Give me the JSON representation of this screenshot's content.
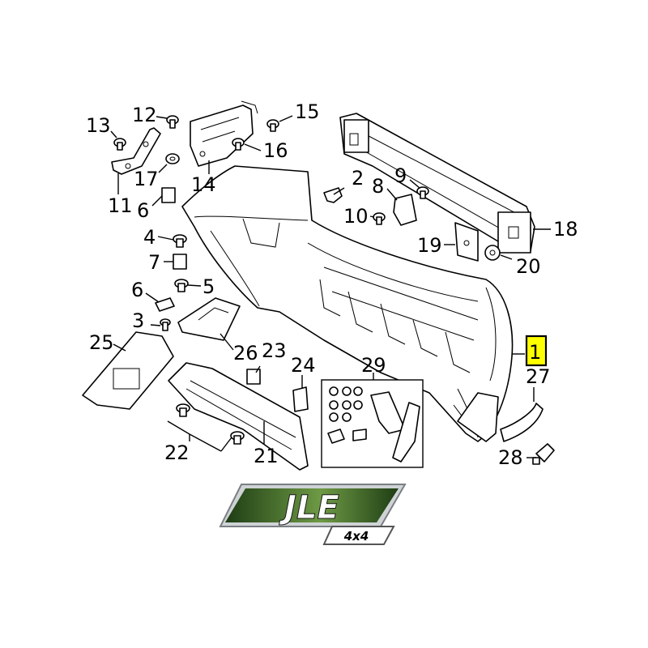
{
  "diagram": {
    "callouts": [
      {
        "id": "c1",
        "label": "1",
        "highlight": true
      },
      {
        "id": "c2",
        "label": "2"
      },
      {
        "id": "c3",
        "label": "3"
      },
      {
        "id": "c4",
        "label": "4"
      },
      {
        "id": "c5",
        "label": "5"
      },
      {
        "id": "c6a",
        "label": "6"
      },
      {
        "id": "c6b",
        "label": "6"
      },
      {
        "id": "c7",
        "label": "7"
      },
      {
        "id": "c8",
        "label": "8"
      },
      {
        "id": "c9",
        "label": "9"
      },
      {
        "id": "c10",
        "label": "10"
      },
      {
        "id": "c11",
        "label": "11"
      },
      {
        "id": "c12",
        "label": "12"
      },
      {
        "id": "c13",
        "label": "13"
      },
      {
        "id": "c14",
        "label": "14"
      },
      {
        "id": "c15",
        "label": "15"
      },
      {
        "id": "c16",
        "label": "16"
      },
      {
        "id": "c17",
        "label": "17"
      },
      {
        "id": "c18",
        "label": "18"
      },
      {
        "id": "c19",
        "label": "19"
      },
      {
        "id": "c20",
        "label": "20"
      },
      {
        "id": "c21",
        "label": "21"
      },
      {
        "id": "c22",
        "label": "22"
      },
      {
        "id": "c23",
        "label": "23"
      },
      {
        "id": "c24",
        "label": "24"
      },
      {
        "id": "c25",
        "label": "25"
      },
      {
        "id": "c26",
        "label": "26"
      },
      {
        "id": "c27",
        "label": "27"
      },
      {
        "id": "c28",
        "label": "28"
      },
      {
        "id": "c29",
        "label": "29"
      }
    ],
    "highlight_color": "#ffff00"
  },
  "logo": {
    "brand": "JLE",
    "sub": "4x4",
    "colors": {
      "green_dark": "#1e3d14",
      "green_light": "#6e9a45",
      "silver": "#cfd3d6"
    }
  }
}
